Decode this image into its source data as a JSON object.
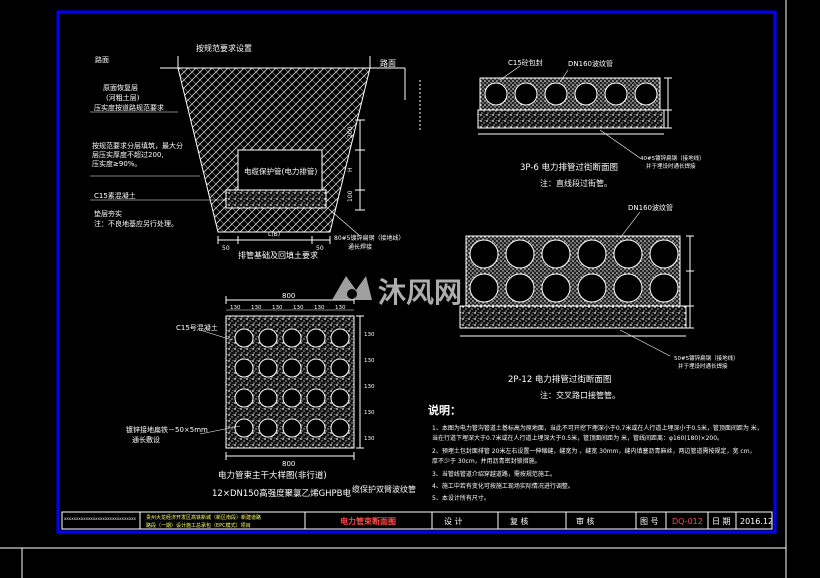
{
  "top_section": {
    "title_top": "按规范要求设置",
    "right_label": "路面",
    "left_notes": [
      "路面",
      "原面恢复层",
      "(河粗土层)",
      "压实度按道路规范要求",
      "按规范要求分层填筑，最大分",
      "层压实厚度不超过200,",
      "压实度≥90%。",
      "C15素混凝土",
      "垫层夯实",
      "注：不良地基应另行处理。"
    ],
    "pipe_label": "电缆保护管(电力排管)",
    "dims_right": [
      "200",
      "H",
      "100"
    ],
    "dims_bottom": [
      "50",
      "L(B)",
      "50"
    ],
    "bottom_label": "排管基础及回填土要求",
    "anno_right": [
      "80#5镀锌扁钢（接地线）",
      "通长焊接"
    ]
  },
  "sp6": {
    "top_labels": [
      "C15砼包封",
      "DN160波纹管"
    ],
    "anno": [
      "40#5镀锌扁钢（接地线）",
      "并于埋设时通长焊接"
    ],
    "caption": "3P-6  电力排管过街断面图",
    "note": "注：直线段过街管。"
  },
  "sp12": {
    "top_label": "DN160波纹管",
    "anno": [
      "50#5镀锌扁钢（接地线）",
      "并于埋设时通长焊接"
    ],
    "caption": "2P-12  电力排管过街断面图",
    "note": "注：交叉路口接管管。"
  },
  "bottom_left": {
    "top_dim": "800",
    "sub_dims": [
      "130",
      "130",
      "130",
      "130",
      "130",
      "130"
    ],
    "c15_label": "C15号混凝土",
    "grounding": [
      "镀锌接地扁铁－50×5mm",
      "通长敷设"
    ],
    "bottom_dim": "800",
    "side_dims": [
      "130",
      "130",
      "130",
      "130",
      "130"
    ],
    "caption": "电力管束主干大样图(非行道)",
    "sub_caption": "12×DN150高强度聚氯乙烯GHPB电",
    "right_label": "缆保护双臂波纹管"
  },
  "notes": {
    "heading": "说明：",
    "items": [
      "1、本图为电力管沟管道土基标高为原地面，当此不可开挖下埋深小于0.7米或在人行道上埋深小于0.5米，管顶面间距为 米，",
      "   当在行道下埋深大于0.7米或在人行道上埋深大于0.5米，管顶面间距为 米，管线间距离：φ160(180)×200。",
      "2、预埋土包封面排管 20米左右设置一伸缩缝，缝宽为 ，缝宽 30mm，缝内填塞沥青麻丝，两边管道需按规定，宽 cm，",
      "   厚不少于 30cm，并用沥青密封锁措施。",
      "3、当管线管道介绍穿越道路，需按规范施工。",
      "4、施工中若有变化可按施工现场实际情况进行调整。",
      "5、本设计所有尺寸。"
    ]
  },
  "title_block": {
    "company": "XXXXXXXXXXXXXXXXXXXXXXXXXXXXXX",
    "project": [
      "贵州大龙经济开发区高铁新城（新区南段）新建道路",
      "路段（一期）设计施工总承包（EPC模式）项目"
    ],
    "drawing_name": "电力管束断面图",
    "design": "设 计",
    "review": "复 核",
    "check": "审 核",
    "drawing_no_label": "图 号",
    "drawing_no": "DQ-012",
    "date_label": "日 期",
    "date": "2016.12"
  },
  "watermark": "沐风网",
  "colors": {
    "frame": "#0000ff",
    "line": "#ffffff",
    "yellow": "#ffff66",
    "red": "#ff4a4a",
    "cyan": "#9fd"
  }
}
